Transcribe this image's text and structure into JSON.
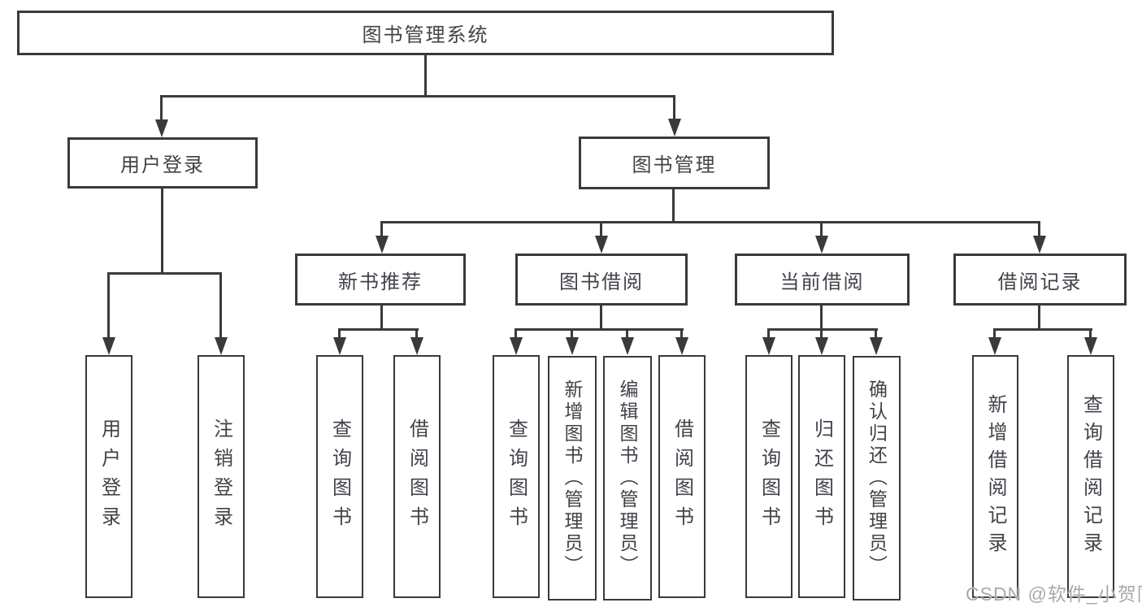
{
  "diagram_title": "图书管理系统",
  "nodes": {
    "root": "图书管理系统",
    "user_login": "用户登录",
    "book_mgmt": "图书管理",
    "new_book_rec": "新书推荐",
    "book_borrow": "图书借阅",
    "current_borrow": "当前借阅",
    "borrow_record": "借阅记录",
    "ul_login": "用户登录",
    "ul_logout": "注销登录",
    "nbr_query": "查询图书",
    "nbr_borrow": "借阅图书",
    "bb_query": "查询图书",
    "bb_add": "新增图书（管理员）",
    "bb_edit": "编辑图书（管理员）",
    "bb_borrow": "借阅图书",
    "cb_query": "查询图书",
    "cb_return": "归还图书",
    "cb_confirm": "确认归还（管理员）",
    "br_add": "新增借阅记录",
    "br_query": "查询借阅记录"
  },
  "watermark": "CSDN @软件_小贺同学",
  "colors": {
    "line": "#3a3a3a",
    "text": "#42424a",
    "watermark": "#a9a9ad",
    "background": "#ffffff"
  }
}
